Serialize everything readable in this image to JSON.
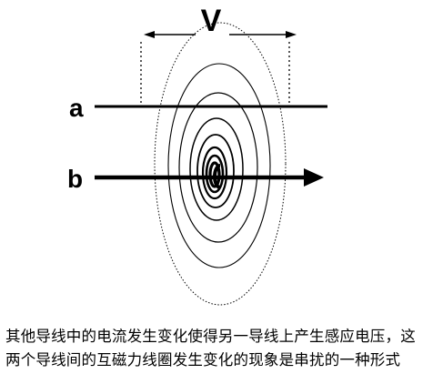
{
  "diagram": {
    "voltage_label": "V",
    "wire_a_label": "a",
    "wire_b_label": "b"
  },
  "caption": {
    "line1": "其他导线中的电流发生变化使得另一导线上产生感应电压，这",
    "line2": "两个导线间的互磁力线圈发生变化的现象是串扰的一种形式"
  }
}
